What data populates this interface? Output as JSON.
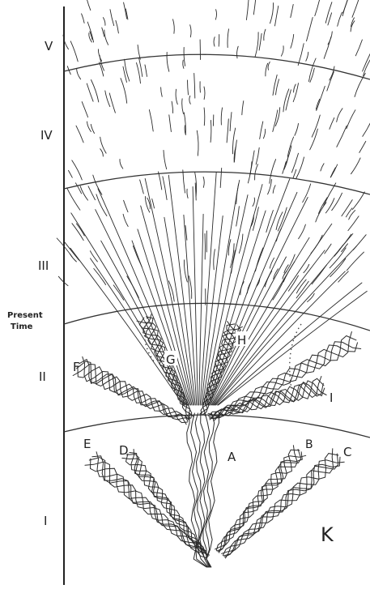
{
  "era_labels": [
    "V",
    "IV",
    "III",
    "II",
    "I"
  ],
  "present_time": [
    "Present",
    "Time"
  ],
  "point_labels": {
    "A": "A",
    "B": "B",
    "C": "C",
    "D": "D",
    "E": "E",
    "F": "F",
    "G": "G",
    "H": "H",
    "I": "I",
    "K": "K"
  }
}
